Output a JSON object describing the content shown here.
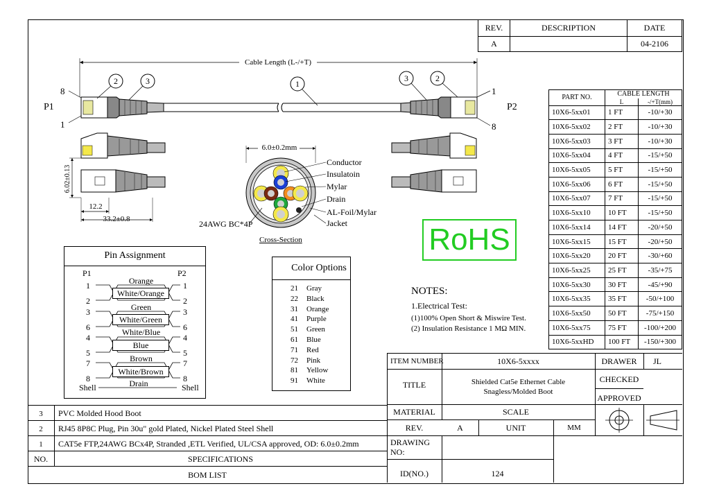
{
  "revision_block": {
    "headers": {
      "rev": "REV.",
      "description": "DESCRIPTION",
      "date": "DATE"
    },
    "rows": [
      {
        "rev": "A",
        "description": "",
        "date": "04-2106"
      }
    ]
  },
  "drawing": {
    "cable_length_label": "Cable Length (L-/+T)",
    "p1_label": "P1",
    "p2_label": "P2",
    "pin8_left": "8",
    "pin1_left": "1",
    "pin1_right": "1",
    "pin8_right": "8",
    "balloon_1": "1",
    "balloon_2": "2",
    "balloon_3": "3",
    "dim_height": "6.02±0.13",
    "dim_short": "12.2",
    "dim_long": "33.2±0.8"
  },
  "cross_section": {
    "diameter": "6.0±0.2mm",
    "layers": [
      "Conductor",
      "Insulatoin",
      "Mylar",
      "Drain",
      "AL-Foil/Mylar",
      "Jacket"
    ],
    "conductor_spec": "24AWG BC*4P",
    "title": "Cross-Section",
    "colors": {
      "jacket": "#c8c8c8",
      "blue": "#1a3fd6",
      "brown": "#7a2a12",
      "orange": "#f28c1e",
      "green": "#1fa83c"
    }
  },
  "rohs": {
    "text": "RoHS",
    "color": "#22cc22"
  },
  "pin_assignment": {
    "title": "Pin Assignment",
    "p1": "P1",
    "p2": "P2",
    "pairs": [
      {
        "top_color": "Orange",
        "boxed": "White/Orange",
        "pins": [
          "1",
          "2"
        ]
      },
      {
        "top_color": "Green",
        "boxed": "White/Green",
        "pins": [
          "3",
          "6"
        ]
      },
      {
        "top_color": "White/Blue",
        "boxed": "Blue",
        "pins": [
          "4",
          "5"
        ]
      },
      {
        "top_color": "Brown",
        "boxed": "White/Brown",
        "pins": [
          "7",
          "8"
        ]
      }
    ],
    "shell_left": "Shell",
    "drain": "Drain",
    "shell_right": "Shell"
  },
  "color_options": {
    "title": "Color Options",
    "items": [
      {
        "code": "21",
        "name": "Gray"
      },
      {
        "code": "22",
        "name": "Black"
      },
      {
        "code": "31",
        "name": "Orange"
      },
      {
        "code": "41",
        "name": "Purple"
      },
      {
        "code": "51",
        "name": "Green"
      },
      {
        "code": "61",
        "name": "Blue"
      },
      {
        "code": "71",
        "name": "Red"
      },
      {
        "code": "72",
        "name": "Pink"
      },
      {
        "code": "81",
        "name": "Yellow"
      },
      {
        "code": "91",
        "name": "White"
      }
    ]
  },
  "notes": {
    "title": "NOTES:",
    "heading": "1.Electrical Test:",
    "lines": [
      "(1)100% Open Short & Miswire Test.",
      "(2) Insulation Resistance 1 MΩ  MIN."
    ]
  },
  "part_table": {
    "header_part": "PART NO.",
    "header_length": "CABLE LENGTH",
    "header_l": "L",
    "header_t": "-/+T(mm)",
    "rows": [
      {
        "part": "10X6-5xx01",
        "l": "1 FT",
        "t": "-10/+30"
      },
      {
        "part": "10X6-5xx02",
        "l": "2 FT",
        "t": "-10/+30"
      },
      {
        "part": "10X6-5xx03",
        "l": "3 FT",
        "t": "-10/+30"
      },
      {
        "part": "10X6-5xx04",
        "l": "4 FT",
        "t": "-15/+50"
      },
      {
        "part": "10X6-5xx05",
        "l": "5 FT",
        "t": "-15/+50"
      },
      {
        "part": "10X6-5xx06",
        "l": "6 FT",
        "t": "-15/+50"
      },
      {
        "part": "10X6-5xx07",
        "l": "7 FT",
        "t": "-15/+50"
      },
      {
        "part": "10X6-5xx10",
        "l": "10 FT",
        "t": "-15/+50"
      },
      {
        "part": "10X6-5xx14",
        "l": "14 FT",
        "t": "-20/+50"
      },
      {
        "part": "10X6-5xx15",
        "l": "15 FT",
        "t": "-20/+50"
      },
      {
        "part": "10X6-5xx20",
        "l": "20 FT",
        "t": "-30/+60"
      },
      {
        "part": "10X6-5xx25",
        "l": "25 FT",
        "t": "-35/+75"
      },
      {
        "part": "10X6-5xx30",
        "l": "30 FT",
        "t": "-45/+90"
      },
      {
        "part": "10X6-5xx35",
        "l": "35 FT",
        "t": "-50/+100"
      },
      {
        "part": "10X6-5xx50",
        "l": "50 FT",
        "t": "-75/+150"
      },
      {
        "part": "10X6-5xx75",
        "l": "75 FT",
        "t": "-100/+200"
      },
      {
        "part": "10X6-5xxHD",
        "l": "100 FT",
        "t": "-150/+300"
      }
    ]
  },
  "title_block": {
    "item_number_label": "ITEM NUMBER",
    "item_number": "10X6-5xxxx",
    "drawer_label": "DRAWER",
    "drawer": "JL",
    "title_label": "TITLE",
    "title_line1": "Shielded Cat5e Ethernet Cable",
    "title_line2": "Snagless/Molded Boot",
    "checked_label": "CHECKED",
    "approved_label": "APPROVED",
    "material_label": "MATERIAL",
    "scale_label": "SCALE",
    "rev_label": "REV.",
    "rev": "A",
    "unit_label": "UNIT",
    "unit": "MM",
    "drawing_no_label": "DRAWING NO:",
    "id_label": "ID(NO.)",
    "id": "124"
  },
  "bom": {
    "rows": [
      {
        "no": "3",
        "spec": "PVC Molded Hood Boot"
      },
      {
        "no": "2",
        "spec": "RJ45 8P8C  Plug, Pin 30u\" gold Plated, Nickel Plated Steel Shell"
      },
      {
        "no": "1",
        "spec": "CAT5e FTP,24AWG BCx4P, Stranded ,ETL Verified, UL/CSA approved, OD: 6.0±0.2mm"
      }
    ],
    "no_header": "NO.",
    "spec_header": "SPECIFICATIONS",
    "footer": "BOM LIST"
  }
}
